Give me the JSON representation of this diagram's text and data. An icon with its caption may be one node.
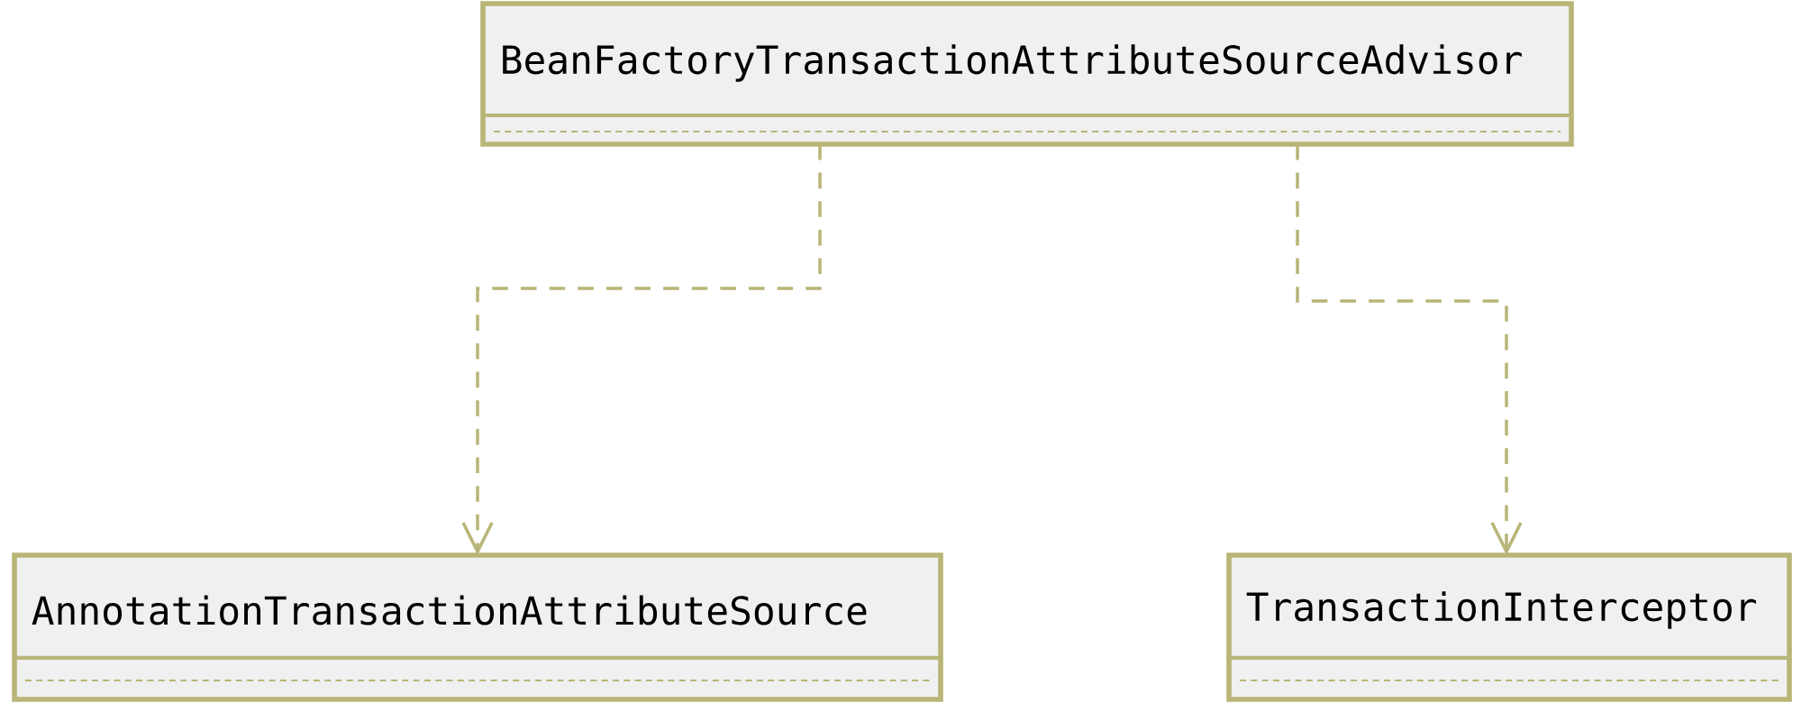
{
  "diagram": {
    "nodes": [
      {
        "text": [
          "BeanFactoryTransactionAttributeSourceAdvisor"
        ]
      },
      {
        "text": [
          "AnnotationTransactionAttributeSource"
        ]
      },
      {
        "text": [
          "TransactionInterceptor"
        ]
      }
    ],
    "edges": [
      {
        "from": 0,
        "to": 1,
        "arrow": "to",
        "style": "dashed"
      },
      {
        "from": 0,
        "to": 2,
        "arrow": "to",
        "style": "dashed"
      }
    ]
  }
}
